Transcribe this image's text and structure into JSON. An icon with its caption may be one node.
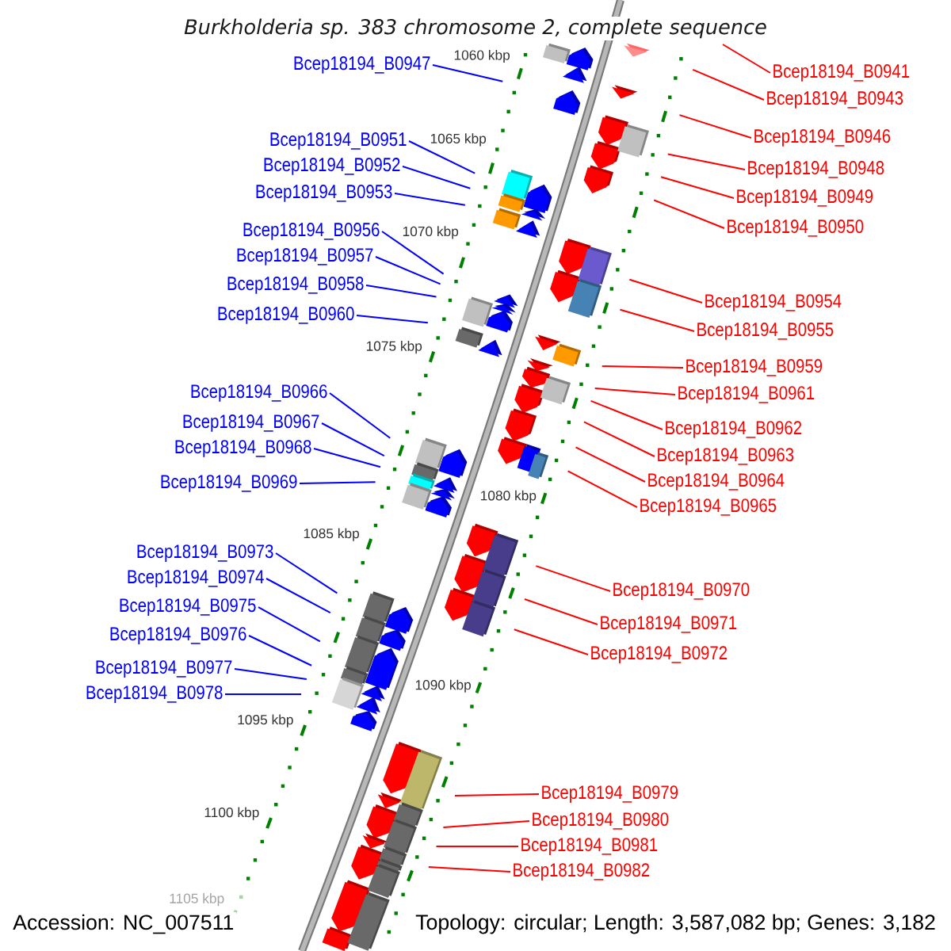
{
  "diagram": {
    "title": "Burkholderia sp. 383 chromosome 2, complete sequence",
    "nodes": [
      {
        "text": [
          "Bcep18194_B0947"
        ]
      },
      {
        "text": [
          "Bcep18194_B0941"
        ]
      },
      {
        "text": [
          "Bcep18194_B0943"
        ]
      },
      {
        "text": [
          "Bcep18194_B0946"
        ]
      },
      {
        "text": [
          "Bcep18194_B0951"
        ]
      },
      {
        "text": [
          "Bcep18194_B0952"
        ]
      },
      {
        "text": [
          "Bcep18194_B0948"
        ]
      },
      {
        "text": [
          "Bcep18194_B0953"
        ]
      },
      {
        "text": [
          "Bcep18194_B0949"
        ]
      },
      {
        "text": [
          "Bcep18194_B0950"
        ]
      },
      {
        "text": [
          "Bcep18194_B0956"
        ]
      },
      {
        "text": [
          "Bcep18194_B0957"
        ]
      },
      {
        "text": [
          "Bcep18194_B0958"
        ]
      },
      {
        "text": [
          "Bcep18194_B0954"
        ]
      },
      {
        "text": [
          "Bcep18194_B0960"
        ]
      },
      {
        "text": [
          "Bcep18194_B0955"
        ]
      },
      {
        "text": [
          "Bcep18194_B0959"
        ]
      },
      {
        "text": [
          "Bcep18194_B0966"
        ]
      },
      {
        "text": [
          "Bcep18194_B0961"
        ]
      },
      {
        "text": [
          "Bcep18194_B0967"
        ]
      },
      {
        "text": [
          "Bcep18194_B0962"
        ]
      },
      {
        "text": [
          "Bcep18194_B0968"
        ]
      },
      {
        "text": [
          "Bcep18194_B0963"
        ]
      },
      {
        "text": [
          "Bcep18194_B0964"
        ]
      },
      {
        "text": [
          "Bcep18194_B0969"
        ]
      },
      {
        "text": [
          "Bcep18194_B0965"
        ]
      },
      {
        "text": [
          "Bcep18194_B0973"
        ]
      },
      {
        "text": [
          "Bcep18194_B0974"
        ]
      },
      {
        "text": [
          "Bcep18194_B0970"
        ]
      },
      {
        "text": [
          "Bcep18194_B0975"
        ]
      },
      {
        "text": [
          "Bcep18194_B0971"
        ]
      },
      {
        "text": [
          "Bcep18194_B0976"
        ]
      },
      {
        "text": [
          "Bcep18194_B0972"
        ]
      },
      {
        "text": [
          "Bcep18194_B0977"
        ]
      },
      {
        "text": [
          "Bcep18194_B0978"
        ]
      },
      {
        "text": [
          "Bcep18194_B0979"
        ]
      },
      {
        "text": [
          "Bcep18194_B0980"
        ]
      },
      {
        "text": [
          "Bcep18194_B0981"
        ]
      },
      {
        "text": [
          "Bcep18194_B0982"
        ]
      }
    ],
    "edges": [
      {
        "from": 0,
        "to": null,
        "arrow": "none",
        "color": "#0000ff"
      },
      {
        "from": 1,
        "to": null,
        "arrow": "none"
      },
      {
        "from": 2,
        "to": null,
        "arrow": "none"
      },
      {
        "from": 3,
        "to": null,
        "arrow": "none"
      },
      {
        "from": 4,
        "to": null,
        "arrow": "none",
        "color": "#0000ff"
      },
      {
        "from": 5,
        "to": null,
        "arrow": "none",
        "color": "#0000ff"
      },
      {
        "from": 6,
        "to": null,
        "arrow": "none"
      },
      {
        "from": 7,
        "to": null,
        "arrow": "none",
        "color": "#0000ff"
      },
      {
        "from": 8,
        "to": null,
        "arrow": "none"
      },
      {
        "from": 9,
        "to": null,
        "arrow": "none"
      },
      {
        "from": 10,
        "to": null,
        "arrow": "none",
        "color": "#0000ff"
      },
      {
        "from": 11,
        "to": null,
        "arrow": "none",
        "color": "#0000ff"
      },
      {
        "from": 12,
        "to": null,
        "arrow": "none",
        "color": "#0000ff"
      },
      {
        "from": 13,
        "to": null,
        "arrow": "none"
      },
      {
        "from": 14,
        "to": null,
        "arrow": "none",
        "color": "#0000ff"
      },
      {
        "from": 15,
        "to": null,
        "arrow": "none"
      },
      {
        "from": 16,
        "to": null,
        "arrow": "none"
      },
      {
        "from": 17,
        "to": null,
        "arrow": "none",
        "color": "#0000ff"
      },
      {
        "from": 18,
        "to": null,
        "arrow": "none"
      },
      {
        "from": 19,
        "to": null,
        "arrow": "none",
        "color": "#0000ff"
      },
      {
        "from": 20,
        "to": null,
        "arrow": "none"
      },
      {
        "from": 21,
        "to": null,
        "arrow": "none",
        "color": "#0000ff"
      },
      {
        "from": 22,
        "to": null,
        "arrow": "none"
      },
      {
        "from": 23,
        "to": null,
        "arrow": "none"
      },
      {
        "from": 24,
        "to": null,
        "arrow": "none",
        "color": "#0000ff"
      },
      {
        "from": 25,
        "to": null,
        "arrow": "none"
      },
      {
        "from": 26,
        "to": null,
        "arrow": "none",
        "color": "#0000ff"
      },
      {
        "from": 27,
        "to": null,
        "arrow": "none",
        "color": "#0000ff"
      },
      {
        "from": 28,
        "to": null,
        "arrow": "none"
      },
      {
        "from": 29,
        "to": null,
        "arrow": "none",
        "color": "#0000ff"
      },
      {
        "from": 30,
        "to": null,
        "arrow": "none"
      },
      {
        "from": 31,
        "to": null,
        "arrow": "none",
        "color": "#0000ff"
      },
      {
        "from": 32,
        "to": null,
        "arrow": "none"
      },
      {
        "from": 33,
        "to": null,
        "arrow": "none",
        "color": "#0000ff"
      },
      {
        "from": 34,
        "to": null,
        "arrow": "none",
        "color": "#0000ff"
      },
      {
        "from": 35,
        "to": null,
        "arrow": "none"
      },
      {
        "from": 36,
        "to": null,
        "arrow": "none"
      },
      {
        "from": 37,
        "to": null,
        "arrow": "none"
      },
      {
        "from": 38,
        "to": null,
        "arrow": "none"
      }
    ],
    "labels": [
      "1060 kbp",
      "1065 kbp",
      "1070 kbp",
      "1075 kbp",
      "1080 kbp",
      "1085 kbp",
      "1090 kbp",
      "1095 kbp",
      "1100 kbp",
      "1105 kbp",
      "Accession: NC_007511",
      "Topology: circular; Length: 3,587,082 bp; Genes: 3,182"
    ]
  }
}
